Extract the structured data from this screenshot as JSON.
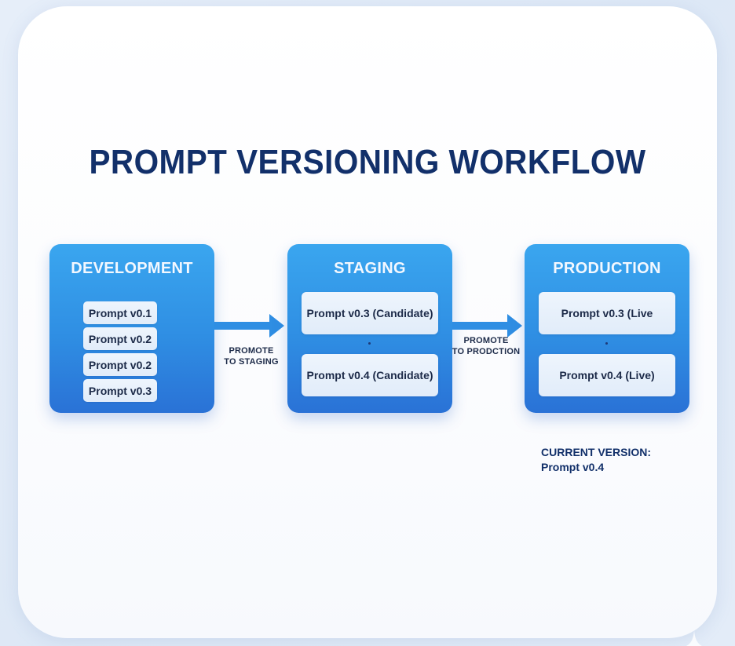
{
  "title": "PROMPT VERSIONING WORKFLOW",
  "colors": {
    "title": "#12306a",
    "stage_top": "#3aa6ef",
    "stage_bottom": "#2a72d6",
    "arrow": "#2f8ee3",
    "item_bg": "#e8f1fb",
    "item_text": "#1c2a48"
  },
  "stages": [
    {
      "name": "DEVELOPMENT",
      "items": [
        "Prompt v0.1",
        "Prompt v0.2",
        "Prompt v0.2",
        "Prompt v0.3"
      ]
    },
    {
      "name": "STAGING",
      "items": [
        "Prompt v0.3 (Candidate)",
        "Prompt v0.4 (Candidate)"
      ]
    },
    {
      "name": "PRODUCTION",
      "items": [
        "Prompt v0.3 (Live",
        "Prompt v0.4 (Live)"
      ]
    }
  ],
  "transitions": [
    {
      "from": "DEVELOPMENT",
      "to": "STAGING",
      "label_line1": "PROMOTE",
      "label_line2": "TO STAGING",
      "icon": "arrow-right-icon"
    },
    {
      "from": "STAGING",
      "to": "PRODUCTION",
      "label_line1": "PROMOTE",
      "label_line2": "TO PRODCTION",
      "icon": "arrow-right-icon"
    }
  ],
  "current_version": {
    "label": "CURRENT VERSION:",
    "value": "Prompt v0.4"
  }
}
